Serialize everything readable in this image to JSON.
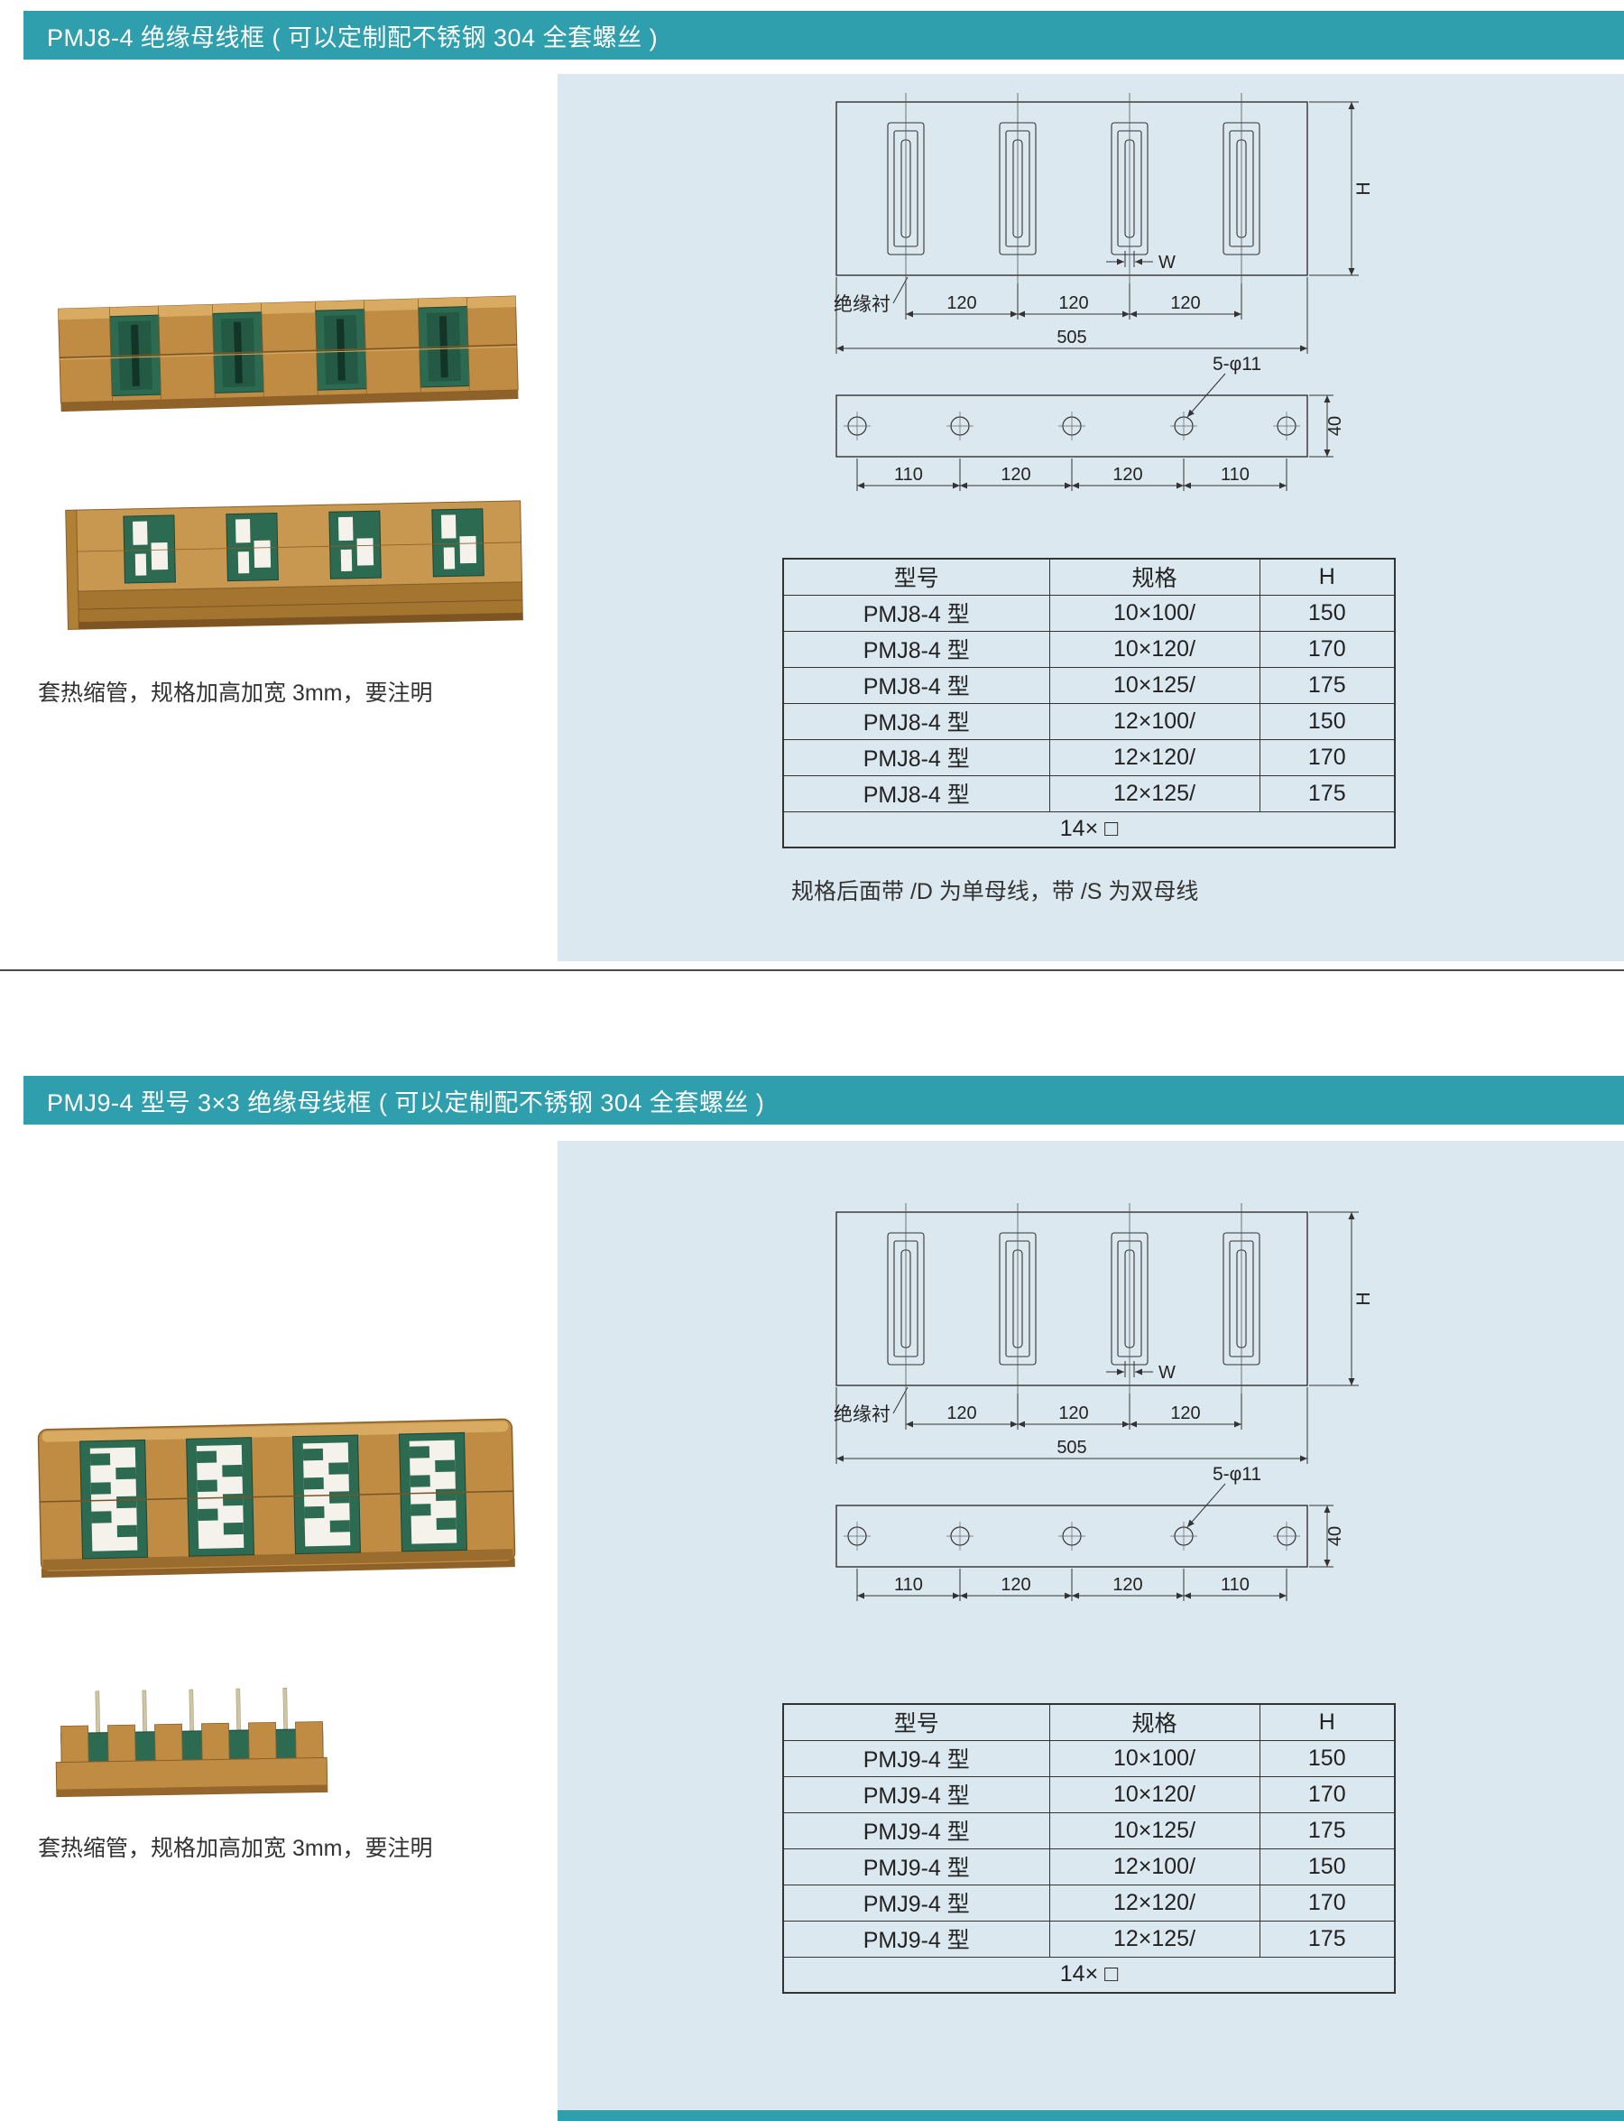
{
  "colors": {
    "header_teal": "#2f9fad",
    "panel_blue": "#dbe8ef",
    "table_line": "#333333",
    "photo_brown": "#c08c44",
    "photo_green": "#2d6a52"
  },
  "drawing": {
    "insulation_label": "绝缘衬",
    "dim_120_a": "120",
    "dim_120_b": "120",
    "dim_120_c": "120",
    "dim_505": "505",
    "dim_h": "H",
    "dim_w": "W",
    "holes_label": "5-φ11",
    "dim_110_a": "110",
    "dim_120_d": "120",
    "dim_120_e": "120",
    "dim_110_b": "110",
    "dim_40": "40"
  },
  "section1": {
    "header": "PMJ8-4 绝缘母线框 ( 可以定制配不锈钢 304 全套螺丝 )",
    "photo_note": "套热缩管，规格加高加宽 3mm，要注明",
    "table": {
      "col_model": "型号",
      "col_spec": "规格",
      "col_h": "H",
      "rows": [
        {
          "model": "PMJ8-4 型",
          "spec": "10×100/",
          "h": "150"
        },
        {
          "model": "PMJ8-4 型",
          "spec": "10×120/",
          "h": "170"
        },
        {
          "model": "PMJ8-4 型",
          "spec": "10×125/",
          "h": "175"
        },
        {
          "model": "PMJ8-4 型",
          "spec": "12×100/",
          "h": "150"
        },
        {
          "model": "PMJ8-4 型",
          "spec": "12×120/",
          "h": "170"
        },
        {
          "model": "PMJ8-4 型",
          "spec": "12×125/",
          "h": "175"
        }
      ],
      "footer": "14× □"
    },
    "spec_note": "规格后面带 /D 为单母线，带 /S 为双母线"
  },
  "section2": {
    "header": "PMJ9-4 型号 3×3 绝缘母线框 ( 可以定制配不锈钢 304 全套螺丝 )",
    "photo_note": "套热缩管，规格加高加宽 3mm，要注明",
    "table": {
      "col_model": "型号",
      "col_spec": "规格",
      "col_h": "H",
      "rows": [
        {
          "model": "PMJ9-4 型",
          "spec": "10×100/",
          "h": "150"
        },
        {
          "model": "PMJ9-4 型",
          "spec": "10×120/",
          "h": "170"
        },
        {
          "model": "PMJ9-4 型",
          "spec": "10×125/",
          "h": "175"
        },
        {
          "model": "PMJ9-4 型",
          "spec": "12×100/",
          "h": "150"
        },
        {
          "model": "PMJ9-4 型",
          "spec": "12×120/",
          "h": "170"
        },
        {
          "model": "PMJ9-4 型",
          "spec": "12×125/",
          "h": "175"
        }
      ],
      "footer": "14× □"
    }
  }
}
